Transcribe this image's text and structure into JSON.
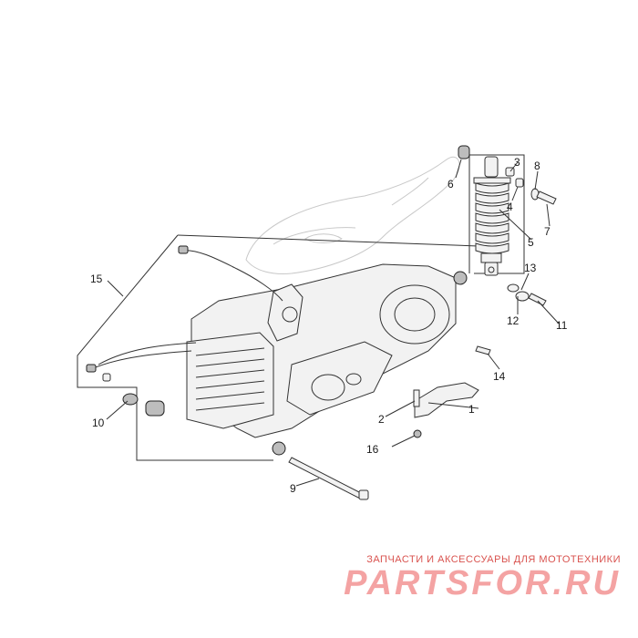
{
  "diagram": {
    "callouts": [
      "1",
      "2",
      "3",
      "4",
      "5",
      "6",
      "7",
      "8",
      "9",
      "10",
      "11",
      "12",
      "13",
      "14",
      "15",
      "16"
    ]
  },
  "watermark": {
    "tagline": "ЗАПЧАСТИ И АКСЕССУАРЫ ДЛЯ МОТОТЕХНИКИ",
    "logo_text": "PARTSFOR.RU",
    "color": "#e8585a"
  }
}
